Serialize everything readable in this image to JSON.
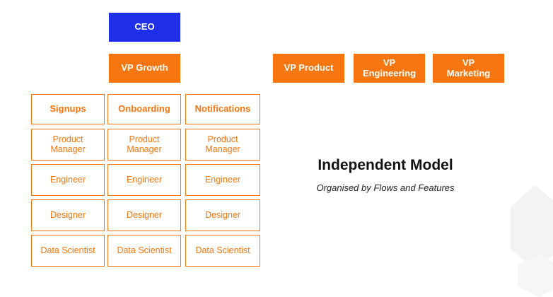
{
  "ceo": "CEO",
  "vps": {
    "growth": "VP Growth",
    "product": "VP Product",
    "engineering": "VP\nEngineering",
    "marketing": "VP\nMarketing"
  },
  "teams": {
    "signups": "Signups",
    "onboarding": "Onboarding",
    "notifications": "Notifications"
  },
  "roles": {
    "product_manager": "Product\nManager",
    "engineer": "Engineer",
    "designer": "Designer",
    "data_scientist": "Data Scientist"
  },
  "caption": {
    "title": "Independent Model",
    "subtitle": "Organised by Flows and Features"
  },
  "colors": {
    "ceo_blue": "#1f2ee8",
    "orange": "#f7760f"
  }
}
